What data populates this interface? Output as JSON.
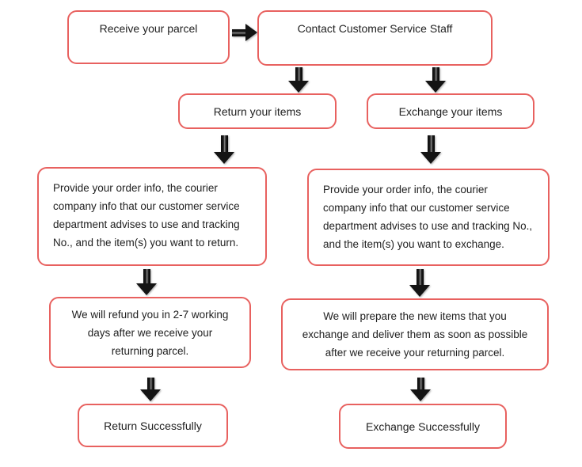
{
  "colors": {
    "box_border": "#e8615f",
    "arrow": "#141414",
    "text": "#212121",
    "background": "#ffffff"
  },
  "nodes": {
    "receive_parcel": {
      "label": "Receive your parcel"
    },
    "contact_service": {
      "label": "Contact Customer Service Staff"
    },
    "return_items": {
      "label": "Return your items"
    },
    "exchange_items": {
      "label": "Exchange your items"
    },
    "return_details": {
      "lines": [
        "Provide your order info, the courier",
        "company info that our customer service",
        "department advises to use and tracking",
        "No., and the item(s) you want to return."
      ]
    },
    "exchange_details": {
      "lines": [
        "Provide your order info, the courier",
        "company info that our customer service",
        "department advises to use and tracking No.,",
        "and the item(s) you want to exchange."
      ]
    },
    "refund": {
      "lines": [
        "We will refund you in 2-7 working",
        "days after we receive your",
        "returning parcel."
      ]
    },
    "prepare_new_items": {
      "lines": [
        "We will prepare the new items that you",
        "exchange  and deliver them as soon as possible",
        "after we receive your returning parcel."
      ]
    },
    "return_success": {
      "label": "Return Successfully"
    },
    "exchange_success": {
      "label": "Exchange Successfully"
    }
  }
}
